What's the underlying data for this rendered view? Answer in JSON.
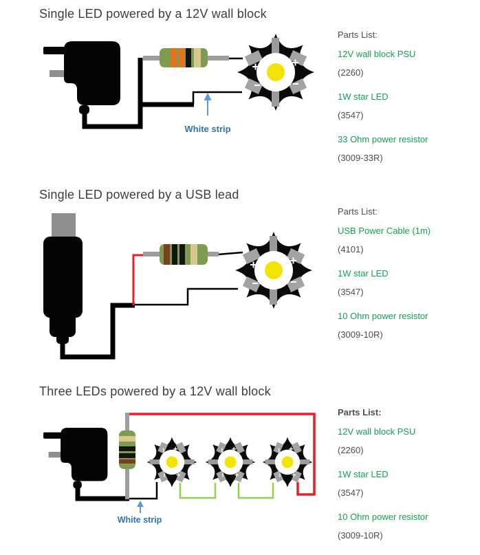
{
  "page": {
    "background": "#ffffff"
  },
  "colors": {
    "title_text": "#3e3e3e",
    "body_text": "#4d4d4d",
    "link_green": "#12a053",
    "label_blue": "#2e74b5",
    "arrow_blue": "#5b9bd5",
    "wire_black": "#000000",
    "wire_red": "#ee1c25",
    "wire_green": "#92d050",
    "resistor_body_green": "#7e9b52",
    "band_orange": "#e8731e",
    "band_brown": "#7b3f1f",
    "band_gold": "#d9c88c",
    "lead_gray": "#9d9d9d",
    "pad_gray": "#a3a3a3",
    "led_yellow": "#f2e400"
  },
  "led_polarity_marks": {
    "plus": "+",
    "minus": "-"
  },
  "sections": [
    {
      "title": "Single LED powered by a 12V wall block",
      "annotation": "White strip",
      "parts": {
        "header": "Parts List:",
        "items": [
          {
            "name": "12V wall block PSU",
            "code": "(2260)"
          },
          {
            "name": "1W star LED",
            "code": "(3547)"
          },
          {
            "name": "33 Ohm power resistor",
            "code": "(3009-33R)"
          }
        ]
      }
    },
    {
      "title": "Single LED powered by a USB lead",
      "parts": {
        "header": "Parts List:",
        "items": [
          {
            "name": "USB Power Cable (1m)",
            "code": "(4101)"
          },
          {
            "name": "1W star LED",
            "code": "(3547)"
          },
          {
            "name": "10 Ohm power resistor",
            "code": "(3009-10R)"
          }
        ]
      }
    },
    {
      "title": "Three LEDs powered by a 12V wall block",
      "annotation": "White strip",
      "parts": {
        "header": "Parts List:",
        "items": [
          {
            "name": "12V wall block PSU",
            "code": "(2260)"
          },
          {
            "name": "1W star LED",
            "code": "(3547)"
          },
          {
            "name": "10 Ohm power resistor",
            "code": "(3009-10R)"
          }
        ]
      }
    }
  ]
}
